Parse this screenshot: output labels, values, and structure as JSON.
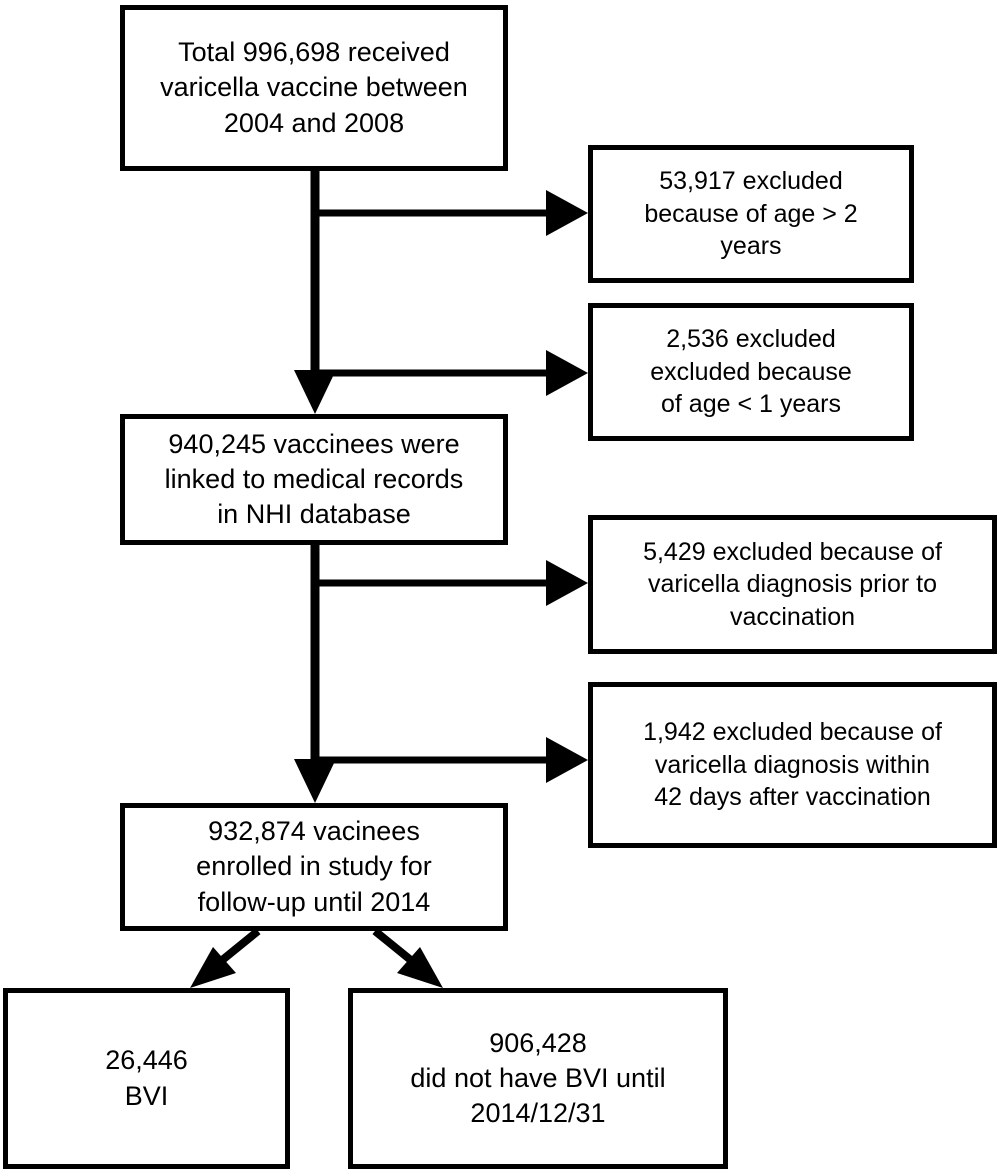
{
  "diagram": {
    "title": "Varicella vaccine cohort study flow diagram",
    "type": "flowchart",
    "line_color": "#000000",
    "background_color": "#ffffff",
    "text_color": "#000000"
  },
  "nodes": {
    "total": {
      "id": "total",
      "text": "Total 996,698 received\nvaricella vaccine between\n2004 and 2008",
      "count": "996,698"
    },
    "excluded_age_over_2": {
      "id": "excluded_age_over_2",
      "text": "53,917 excluded\nbecause of age > 2\nyears",
      "count": "53,917"
    },
    "excluded_age_under_1": {
      "id": "excluded_age_under_1",
      "text": "2,536 excluded\nexcluded because\nof age < 1 years",
      "count": "2,536"
    },
    "linked": {
      "id": "linked",
      "text": "940,245 vaccinees were\nlinked to medical records\nin NHI database",
      "count": "940,245"
    },
    "excluded_prior_diagnosis": {
      "id": "excluded_prior_diagnosis",
      "text": "5,429 excluded because of\nvaricella diagnosis prior to\nvaccination",
      "count": "5,429"
    },
    "excluded_within_42_days": {
      "id": "excluded_within_42_days",
      "text": "1,942 excluded because of\nvaricella diagnosis within\n42 days after vaccination",
      "count": "1,942"
    },
    "enrolled": {
      "id": "enrolled",
      "text": "932,874 vacinees\nenrolled in study for\nfollow-up until 2014",
      "count": "932,874"
    },
    "bvi": {
      "id": "bvi",
      "text": "26,446\nBVI",
      "count": "26,446"
    },
    "no_bvi": {
      "id": "no_bvi",
      "text": "906,428\ndid not have BVI until\n2014/12/31",
      "count": "906,428"
    }
  },
  "edges": [
    {
      "id": "total-to-linked",
      "from": "total",
      "to": "linked",
      "style": "vertical-arrow"
    },
    {
      "id": "total-to-excl-age2",
      "from": "total",
      "to": "excluded_age_over_2",
      "style": "elbow-right-arrow"
    },
    {
      "id": "total-to-excl-age1",
      "from": "total",
      "to": "excluded_age_under_1",
      "style": "elbow-right-arrow"
    },
    {
      "id": "linked-to-enrolled",
      "from": "linked",
      "to": "enrolled",
      "style": "vertical-arrow"
    },
    {
      "id": "linked-to-excl-prior",
      "from": "linked",
      "to": "excluded_prior_diagnosis",
      "style": "elbow-right-arrow"
    },
    {
      "id": "linked-to-excl-42d",
      "from": "linked",
      "to": "excluded_within_42_days",
      "style": "elbow-right-arrow"
    },
    {
      "id": "enrolled-to-bvi",
      "from": "enrolled",
      "to": "bvi",
      "style": "diagonal-arrow"
    },
    {
      "id": "enrolled-to-no-bvi",
      "from": "enrolled",
      "to": "no_bvi",
      "style": "diagonal-arrow"
    }
  ]
}
